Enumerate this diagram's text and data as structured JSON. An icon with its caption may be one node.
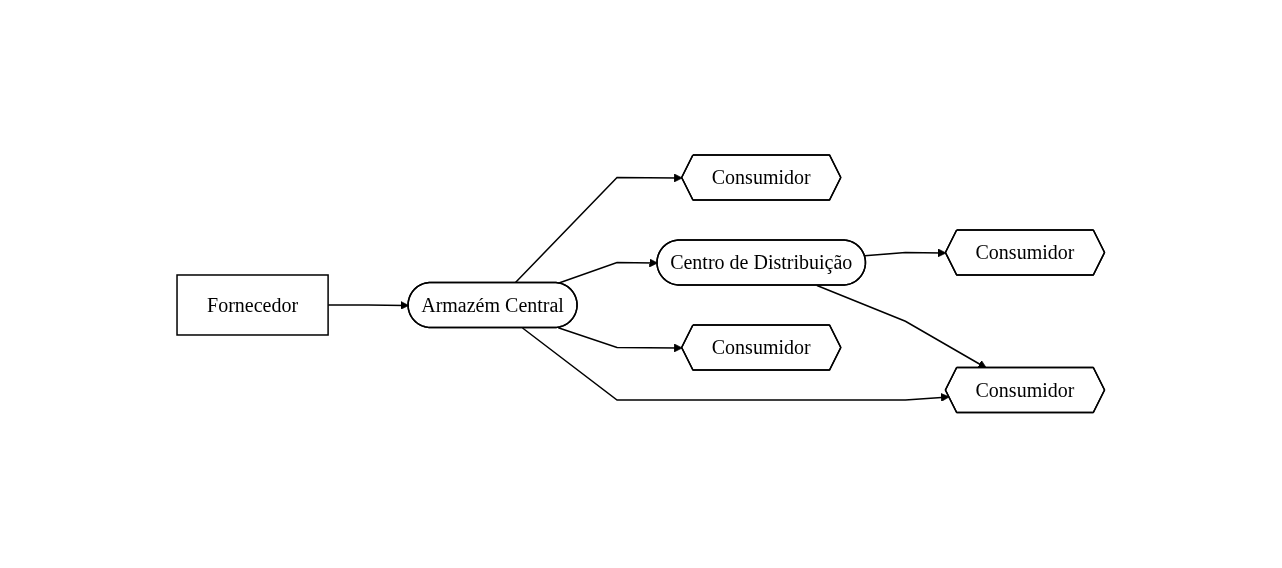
{
  "diagram": {
    "nodes": [
      {
        "text": [
          "Fornecedor"
        ]
      },
      {
        "text": [
          "Consumidor"
        ]
      },
      {
        "text": [
          "Armazém Central"
        ]
      },
      {
        "text": [
          "Centro de Distribuição"
        ]
      },
      {
        "text": [
          "Consumidor"
        ]
      },
      {
        "text": [
          "Consumidor"
        ]
      },
      {
        "text": [
          "Consumidor"
        ]
      }
    ],
    "edges": [
      {
        "from": 0,
        "to": 2,
        "arrow": "to"
      },
      {
        "from": 2,
        "to": 1,
        "arrow": "to"
      },
      {
        "from": 2,
        "to": 3,
        "arrow": "to"
      },
      {
        "from": 3,
        "to": 4,
        "arrow": "to"
      },
      {
        "from": 2,
        "to": 5,
        "arrow": "to"
      },
      {
        "from": 2,
        "to": 6,
        "arrow": "to"
      },
      {
        "from": 3,
        "to": 6,
        "arrow": "to"
      }
    ]
  }
}
